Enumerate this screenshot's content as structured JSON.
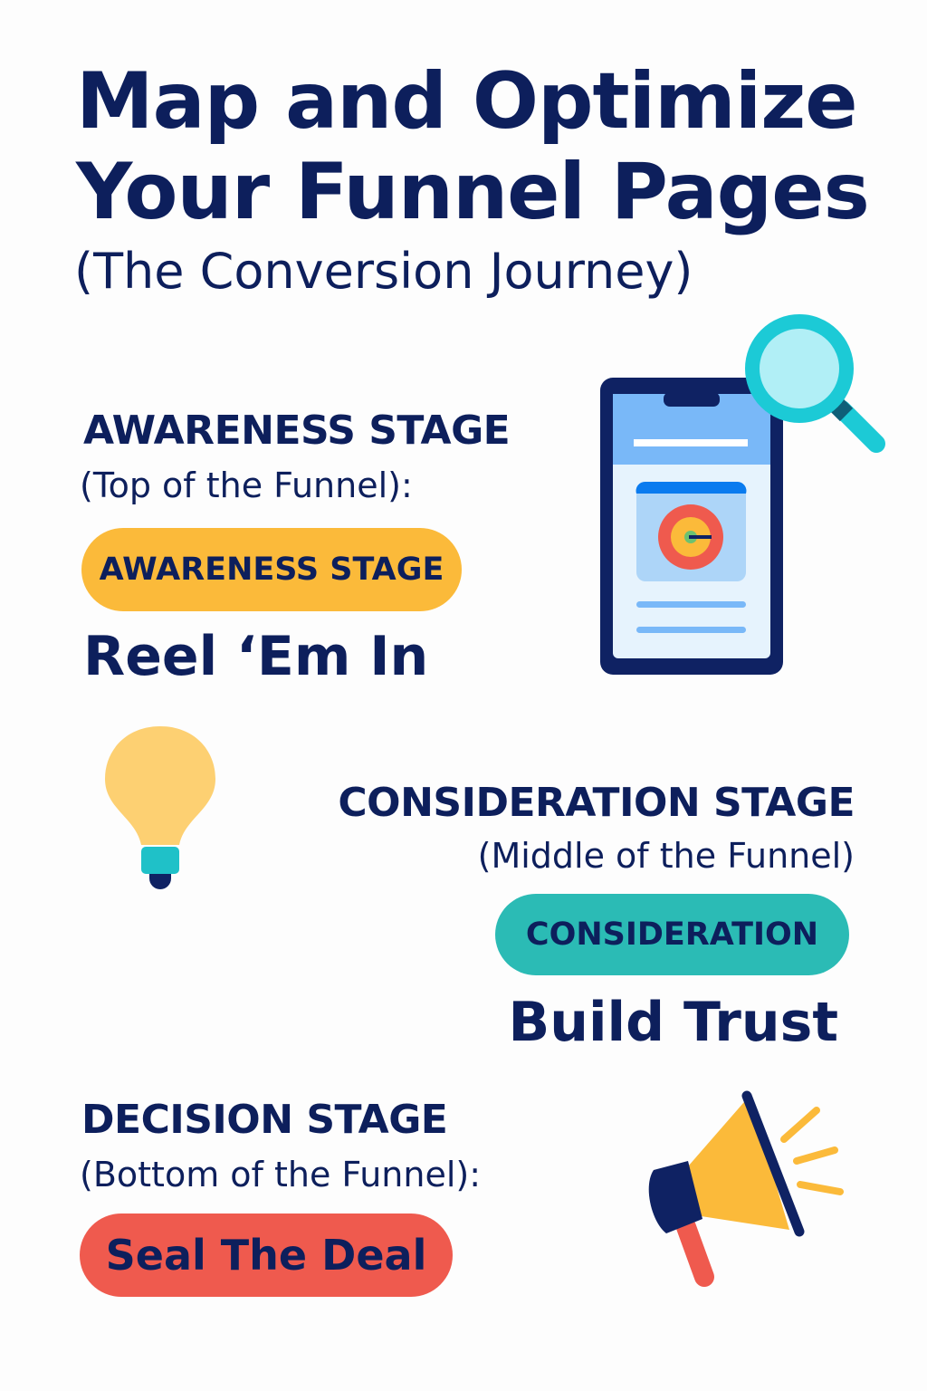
{
  "header": {
    "title_line1": "Map and Optimize",
    "title_line2": "Your Funnel Pages",
    "subtitle": "(The Conversion Journey)"
  },
  "stages": [
    {
      "heading": "AWARENESS STAGE",
      "subheading": "(Top of the Funnel):",
      "pill": "AWARENESS STAGE",
      "tagline": "Reel ‘Em In",
      "color": "#fbba3a",
      "icon": "phone-search-icon"
    },
    {
      "heading": "CONSIDERATION STAGE",
      "subheading": "(Middle of the Funnel)",
      "pill": "CONSIDERATION",
      "tagline": "Build Trust",
      "color": "#2bbbb5",
      "icon": "lightbulb-icon"
    },
    {
      "heading": "DECISION STAGE",
      "subheading": "(Bottom of the Funnel):",
      "pill": "Seal The Deal",
      "color": "#ef5a4e",
      "icon": "megaphone-icon"
    }
  ]
}
